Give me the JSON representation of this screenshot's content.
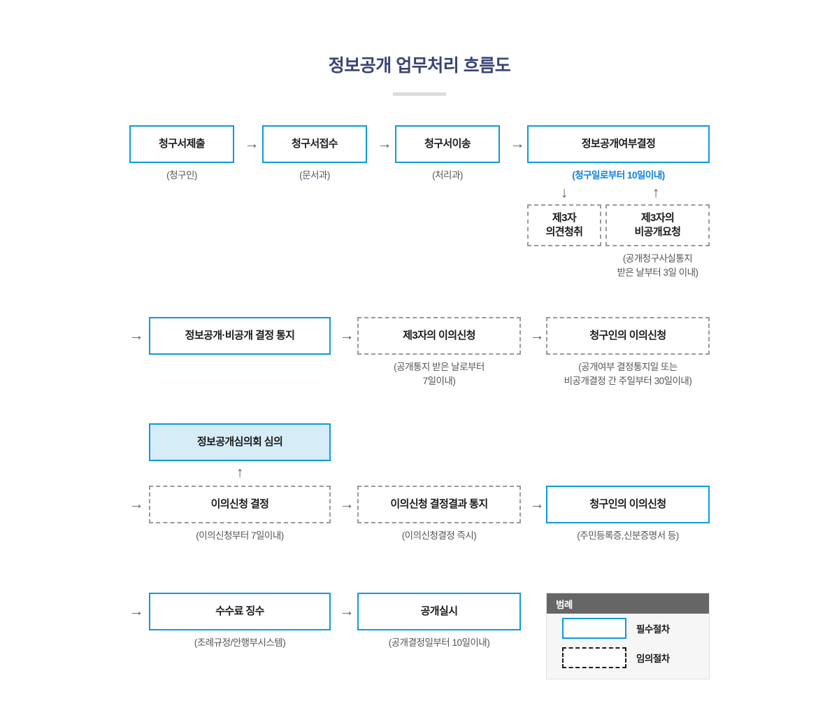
{
  "header": {
    "title": "정보공개 업무처리 흐름도"
  },
  "legend": {
    "heading": "범례",
    "items": [
      {
        "style": "solid",
        "label": "필수절차"
      },
      {
        "style": "dashed",
        "label": "임의절차"
      }
    ]
  },
  "nodes": {
    "n1": {
      "label": "청구서제출",
      "caption": "(청구인)"
    },
    "n2": {
      "label": "청구서접수",
      "caption": "(문서과)"
    },
    "n3": {
      "label": "청구서이송",
      "caption": "(처리과)"
    },
    "n4": {
      "label": "정보공개여부결정",
      "caption": "(청구일로부터 10일이내)"
    },
    "n5": {
      "label": "제3자\n의견청취",
      "caption": ""
    },
    "n6": {
      "label": "제3자의\n비공개요청",
      "caption": "(공개청구사실통지\n받은 날부터 3일 이내)"
    },
    "n7": {
      "label": "정보공개·비공개 결정 통지",
      "caption": ""
    },
    "n8": {
      "label": "제3자의 이의신청",
      "caption": "(공개통지 받은 날로부터\n7일이내)"
    },
    "n9": {
      "label": "청구인의 이의신청",
      "caption": "(공개여부 결정통지일 또는\n비공개결정 간 주일부터 30일이내)"
    },
    "n10": {
      "label": "정보공개심의회 심의",
      "caption": ""
    },
    "n11": {
      "label": "이의신청 결정",
      "caption": "(이의신청부터 7일이내)"
    },
    "n12": {
      "label": "이의신청 결정결과 통지",
      "caption": "(이의신청결정 즉시)"
    },
    "n13": {
      "label": "청구인의 이의신청",
      "caption": "(주민등록증,신분증명서 등)"
    },
    "n14": {
      "label": "수수료 징수",
      "caption": "(조례규정/안행부시스템)"
    },
    "n15": {
      "label": "공개실시",
      "caption": "(공개결정일부터 10일이내)"
    }
  },
  "arrows": {
    "right": "→",
    "down": "↓",
    "up": "↑"
  },
  "colors": {
    "accent_blue": "#0d9ae0",
    "title_navy": "#3a4474",
    "caption_blue": "#0d7fe0",
    "fill_blue": "#d6ecf7",
    "dashed_gray": "#9a9a9a",
    "legend_header": "#666666"
  }
}
